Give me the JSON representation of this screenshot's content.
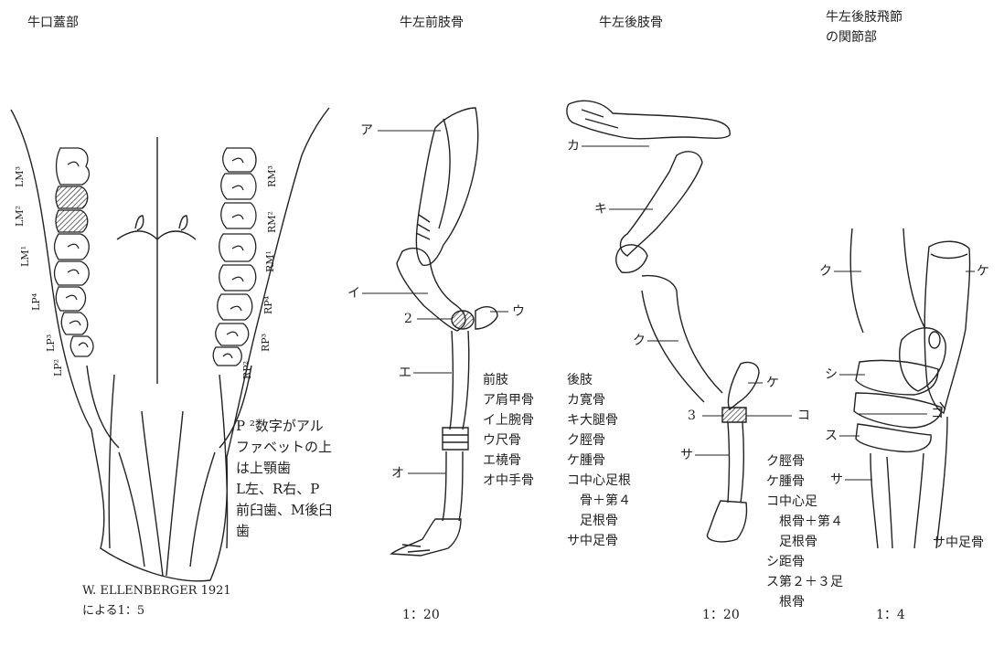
{
  "titles": {
    "palate": "牛口蓋部",
    "forelimb": "牛左前肢骨",
    "hindlimb": "牛左後肢骨",
    "hock": "牛左後肢飛節\nの関節部"
  },
  "palate": {
    "left_teeth": [
      "LM³",
      "LM²",
      "LM¹",
      "LP⁴",
      "LP³",
      "LP²"
    ],
    "right_teeth": [
      "RM³",
      "RM²",
      "RM¹",
      "RP⁴",
      "RP³",
      "RP²"
    ],
    "note": "P ²数字がアル\nファベットの上\nは上顎歯\nL左、R右、P\n前臼歯、M後臼\n歯",
    "source": "W. ELLENBERGER 1921\nによる1：5"
  },
  "forelimb": {
    "labels": [
      "ア",
      "イ",
      "2",
      "ウ",
      "エ",
      "オ"
    ],
    "legend": "前肢\nア肩甲骨\nイ上腕骨\nウ尺骨\nエ橈骨\nオ中手骨",
    "scale": "1：20"
  },
  "hindlimb": {
    "labels": [
      "カ",
      "キ",
      "ク",
      "ケ",
      "3",
      "コ",
      "サ"
    ],
    "legend": "後肢\nカ寛骨\nキ大腿骨\nク脛骨\nケ腫骨\nコ中心足根\n　骨＋第４\n　足根骨\nサ中足骨",
    "scale": "1：20"
  },
  "hock": {
    "labels": [
      "ク",
      "ケ",
      "シ",
      "コ",
      "ス",
      "サ"
    ],
    "legend": "ク脛骨\nケ腫骨\nコ中心足\n　根骨＋第４\n　足根骨\nシ距骨\nス第２＋３足\n　根骨",
    "side_label": "サ中足骨",
    "scale": "1：4"
  }
}
